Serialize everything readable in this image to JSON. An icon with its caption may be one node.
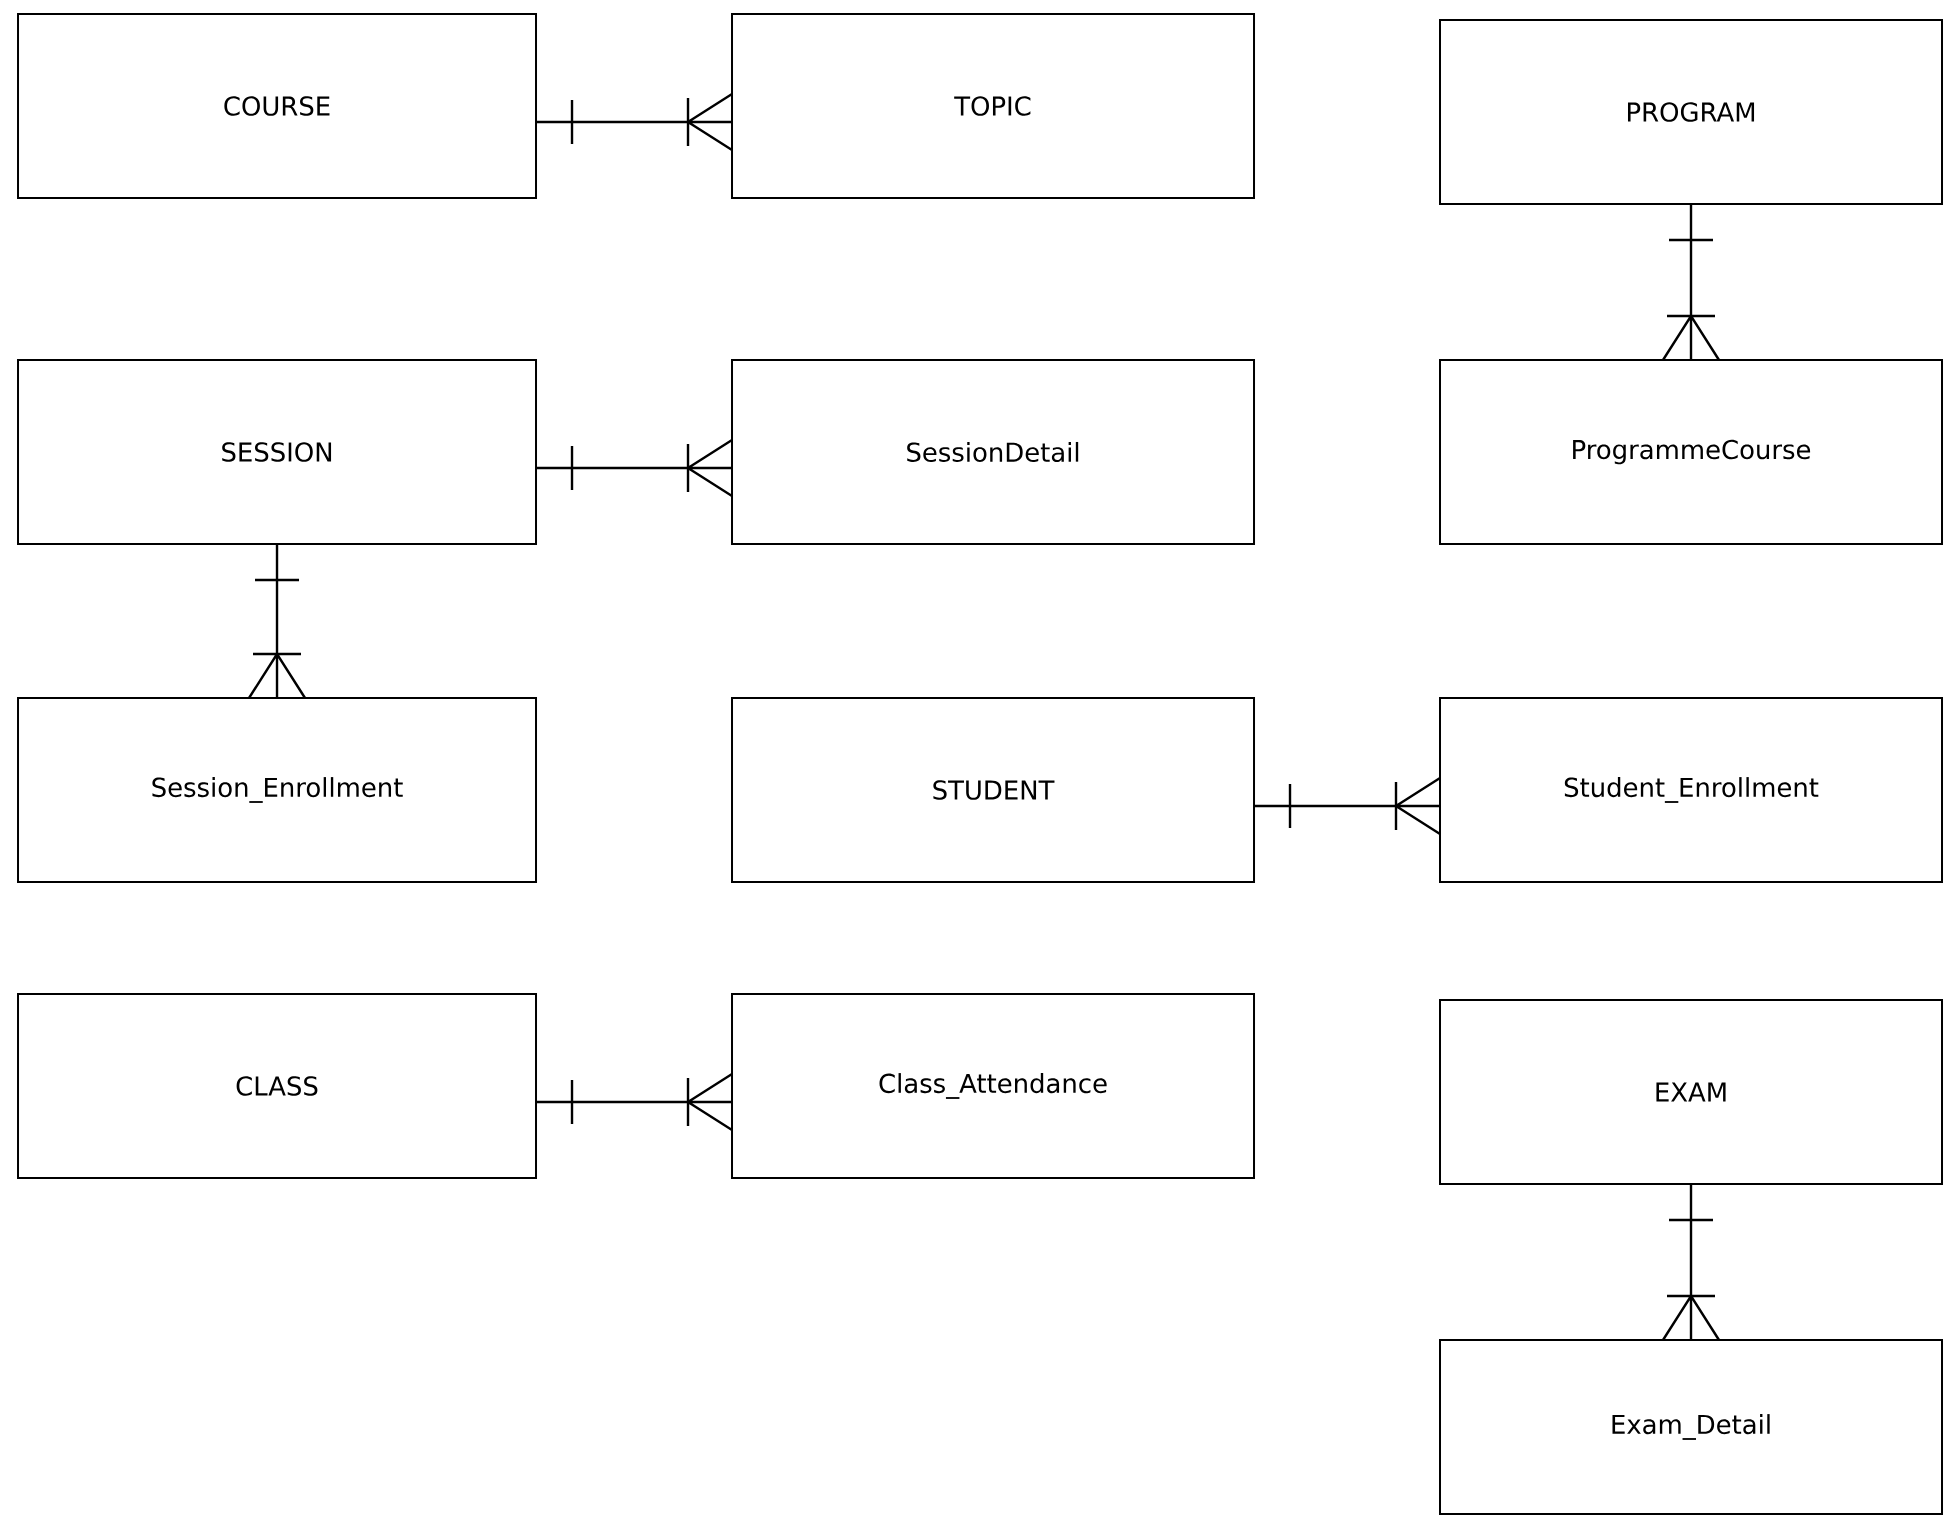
{
  "diagram": {
    "nodes": [
      {
        "text": [
          "COURSE"
        ]
      },
      {
        "text": [
          "TOPIC"
        ]
      },
      {
        "text": [
          "PROGRAM"
        ]
      },
      {
        "text": [
          "SESSION"
        ]
      },
      {
        "text": [
          "SessionDetail"
        ]
      },
      {
        "text": [
          "ProgrammeCourse"
        ]
      },
      {
        "text": [
          "Session_Enrollment"
        ]
      },
      {
        "text": [
          "STUDENT"
        ]
      },
      {
        "text": [
          "Student_Enrollment"
        ]
      },
      {
        "text": [
          "CLASS"
        ]
      },
      {
        "text": [
          "Class_Attendance"
        ]
      },
      {
        "text": [
          "EXAM"
        ]
      },
      {
        "text": [
          "Exam_Detail"
        ]
      }
    ],
    "edges": [
      {
        "from": 0,
        "to": 1,
        "arrow": "other"
      },
      {
        "from": 2,
        "to": 5,
        "arrow": "other"
      },
      {
        "from": 3,
        "to": 4,
        "arrow": "other"
      },
      {
        "from": 3,
        "to": 6,
        "arrow": "other"
      },
      {
        "from": 7,
        "to": 8,
        "arrow": "other"
      },
      {
        "from": 9,
        "to": 10,
        "arrow": "other"
      },
      {
        "from": 11,
        "to": 12,
        "arrow": "other"
      }
    ]
  }
}
